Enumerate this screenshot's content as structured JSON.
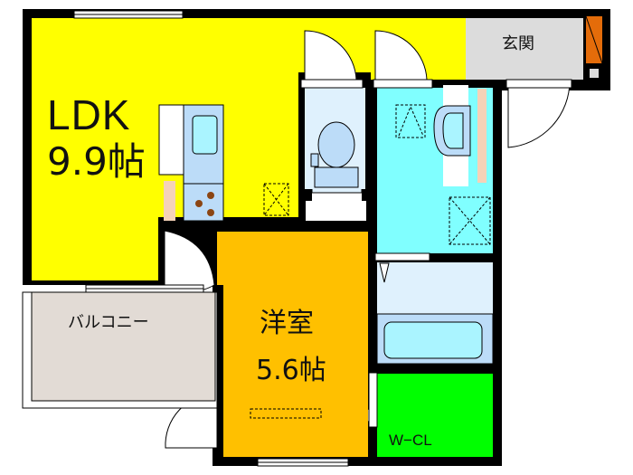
{
  "floor_plan": {
    "rooms": [
      {
        "id": "ldk",
        "label": "LDK",
        "size": "9.9帖",
        "color": "#ffff00"
      },
      {
        "id": "western-room",
        "label": "洋室",
        "size": "5.6帖",
        "color": "#ffc000"
      },
      {
        "id": "entrance",
        "label": "玄関",
        "color": "#dcdcdc"
      },
      {
        "id": "balcony",
        "label": "バルコニー",
        "color": "#e2dbd5"
      },
      {
        "id": "walk-in-closet",
        "label": "W−CL",
        "color": "#00ff00"
      },
      {
        "id": "washroom",
        "label": "",
        "color": "#80ffff"
      },
      {
        "id": "toilet",
        "label": "",
        "color": "#dff1fd"
      },
      {
        "id": "bathroom",
        "label": "",
        "color": "#dff1fd"
      }
    ],
    "colors": {
      "wall": "#000000",
      "fixture_blue": "#bcdcf8",
      "fixture_cyan": "#aaf4ff",
      "shelf": "#f5d2b8",
      "shoe_box": "#e46c0a",
      "burner": "#8b4513"
    }
  }
}
